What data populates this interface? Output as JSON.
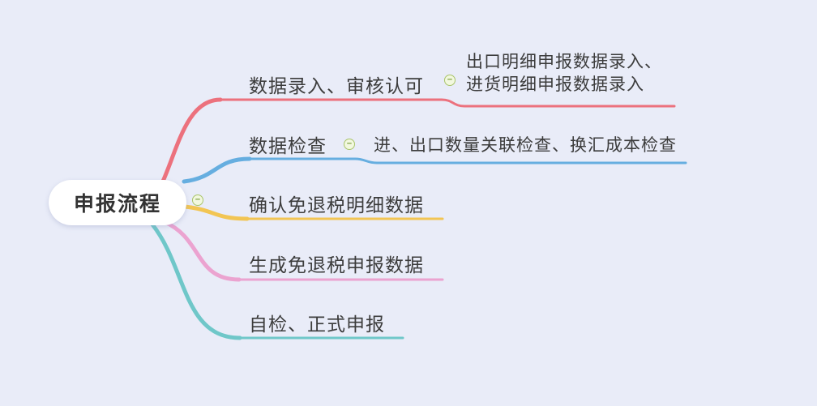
{
  "canvas": {
    "background": "#e9ecf8"
  },
  "root": {
    "label": "申报流程",
    "bg": "#ffffff",
    "text_color": "#333333"
  },
  "icons": {
    "collapse_glyph": "−",
    "collapse_bg": "#f2f8df",
    "collapse_border": "#a9c46a",
    "collapse_color": "#7fa045"
  },
  "branches": [
    {
      "label": "数据录入、审核认可",
      "color": "#ec717d",
      "child_lines": [
        "出口明细申报数据录入、",
        "进货明细申报数据录入"
      ]
    },
    {
      "label": "数据检查",
      "color": "#66aee0",
      "child": "进、出口数量关联检查、换汇成本检查"
    },
    {
      "label": "确认免退税明细数据",
      "color": "#f2c553"
    },
    {
      "label": "生成免退税申报数据",
      "color": "#eba3d0"
    },
    {
      "label": "自检、正式申报",
      "color": "#6fc7c9"
    }
  ]
}
